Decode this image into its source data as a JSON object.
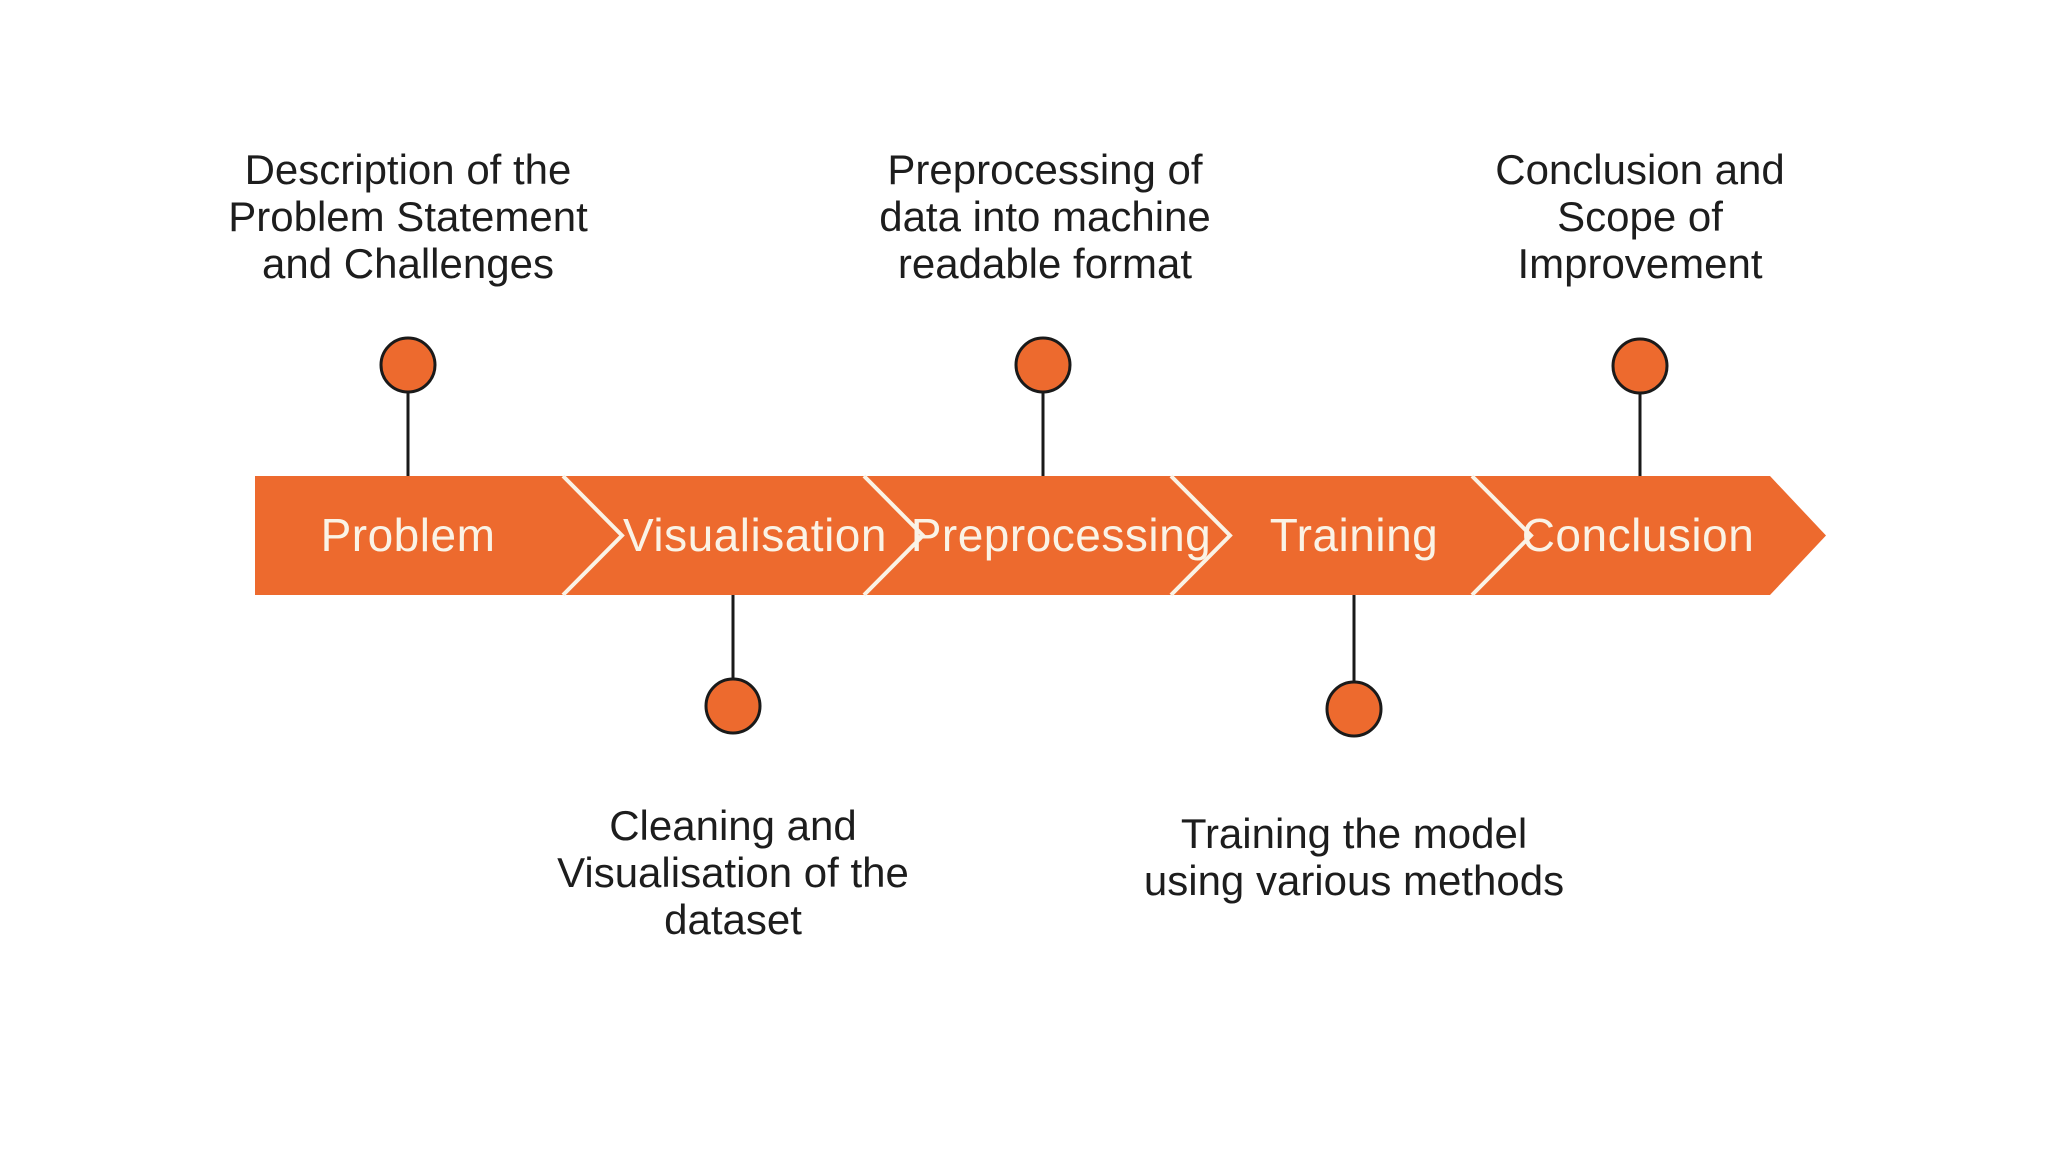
{
  "diagram_title": "",
  "colors": {
    "accent_orange": "#ED6A2E",
    "marker_outline": "#1A1A1A",
    "band_text_cream": "#FAF3E6",
    "annotation_text": "#1D1D1D",
    "background": "#FFFFFF"
  },
  "timeline": {
    "direction": "left-to-right",
    "stages": [
      {
        "label": "Problem",
        "annotation": "Description of the\nProblem Statement\nand Challenges",
        "annotation_position": "above"
      },
      {
        "label": "Visualisation",
        "annotation": "Cleaning and\nVisualisation of the\ndataset",
        "annotation_position": "below"
      },
      {
        "label": "Preprocessing",
        "annotation": "Preprocessing of\ndata into machine\nreadable format",
        "annotation_position": "above"
      },
      {
        "label": "Training",
        "annotation": "Training the model\nusing various methods",
        "annotation_position": "below"
      },
      {
        "label": "Conclusion",
        "annotation": "Conclusion and\nScope of\nImprovement",
        "annotation_position": "above"
      }
    ]
  }
}
